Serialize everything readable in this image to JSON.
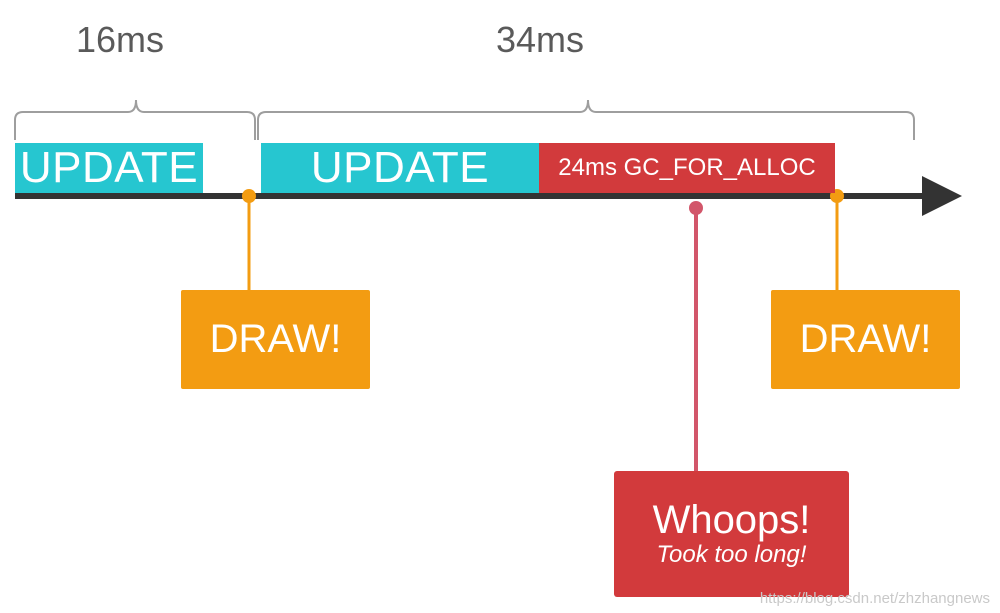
{
  "durations": {
    "first": "16ms",
    "second": "34ms"
  },
  "blocks": {
    "update_1": "UPDATE",
    "update_2": "UPDATE",
    "gc": "24ms GC_FOR_ALLOC"
  },
  "events": {
    "draw_1": "DRAW!",
    "draw_2": "DRAW!"
  },
  "callout": {
    "title": "Whoops!",
    "subtitle": "Took too long!"
  },
  "watermark": "https://blog.csdn.net/zhzhangnews",
  "colors": {
    "update": "#26c6d0",
    "gc": "#d23a3c",
    "draw": "#f39c12",
    "timeline": "#333333",
    "bracket": "#9e9e9e"
  }
}
